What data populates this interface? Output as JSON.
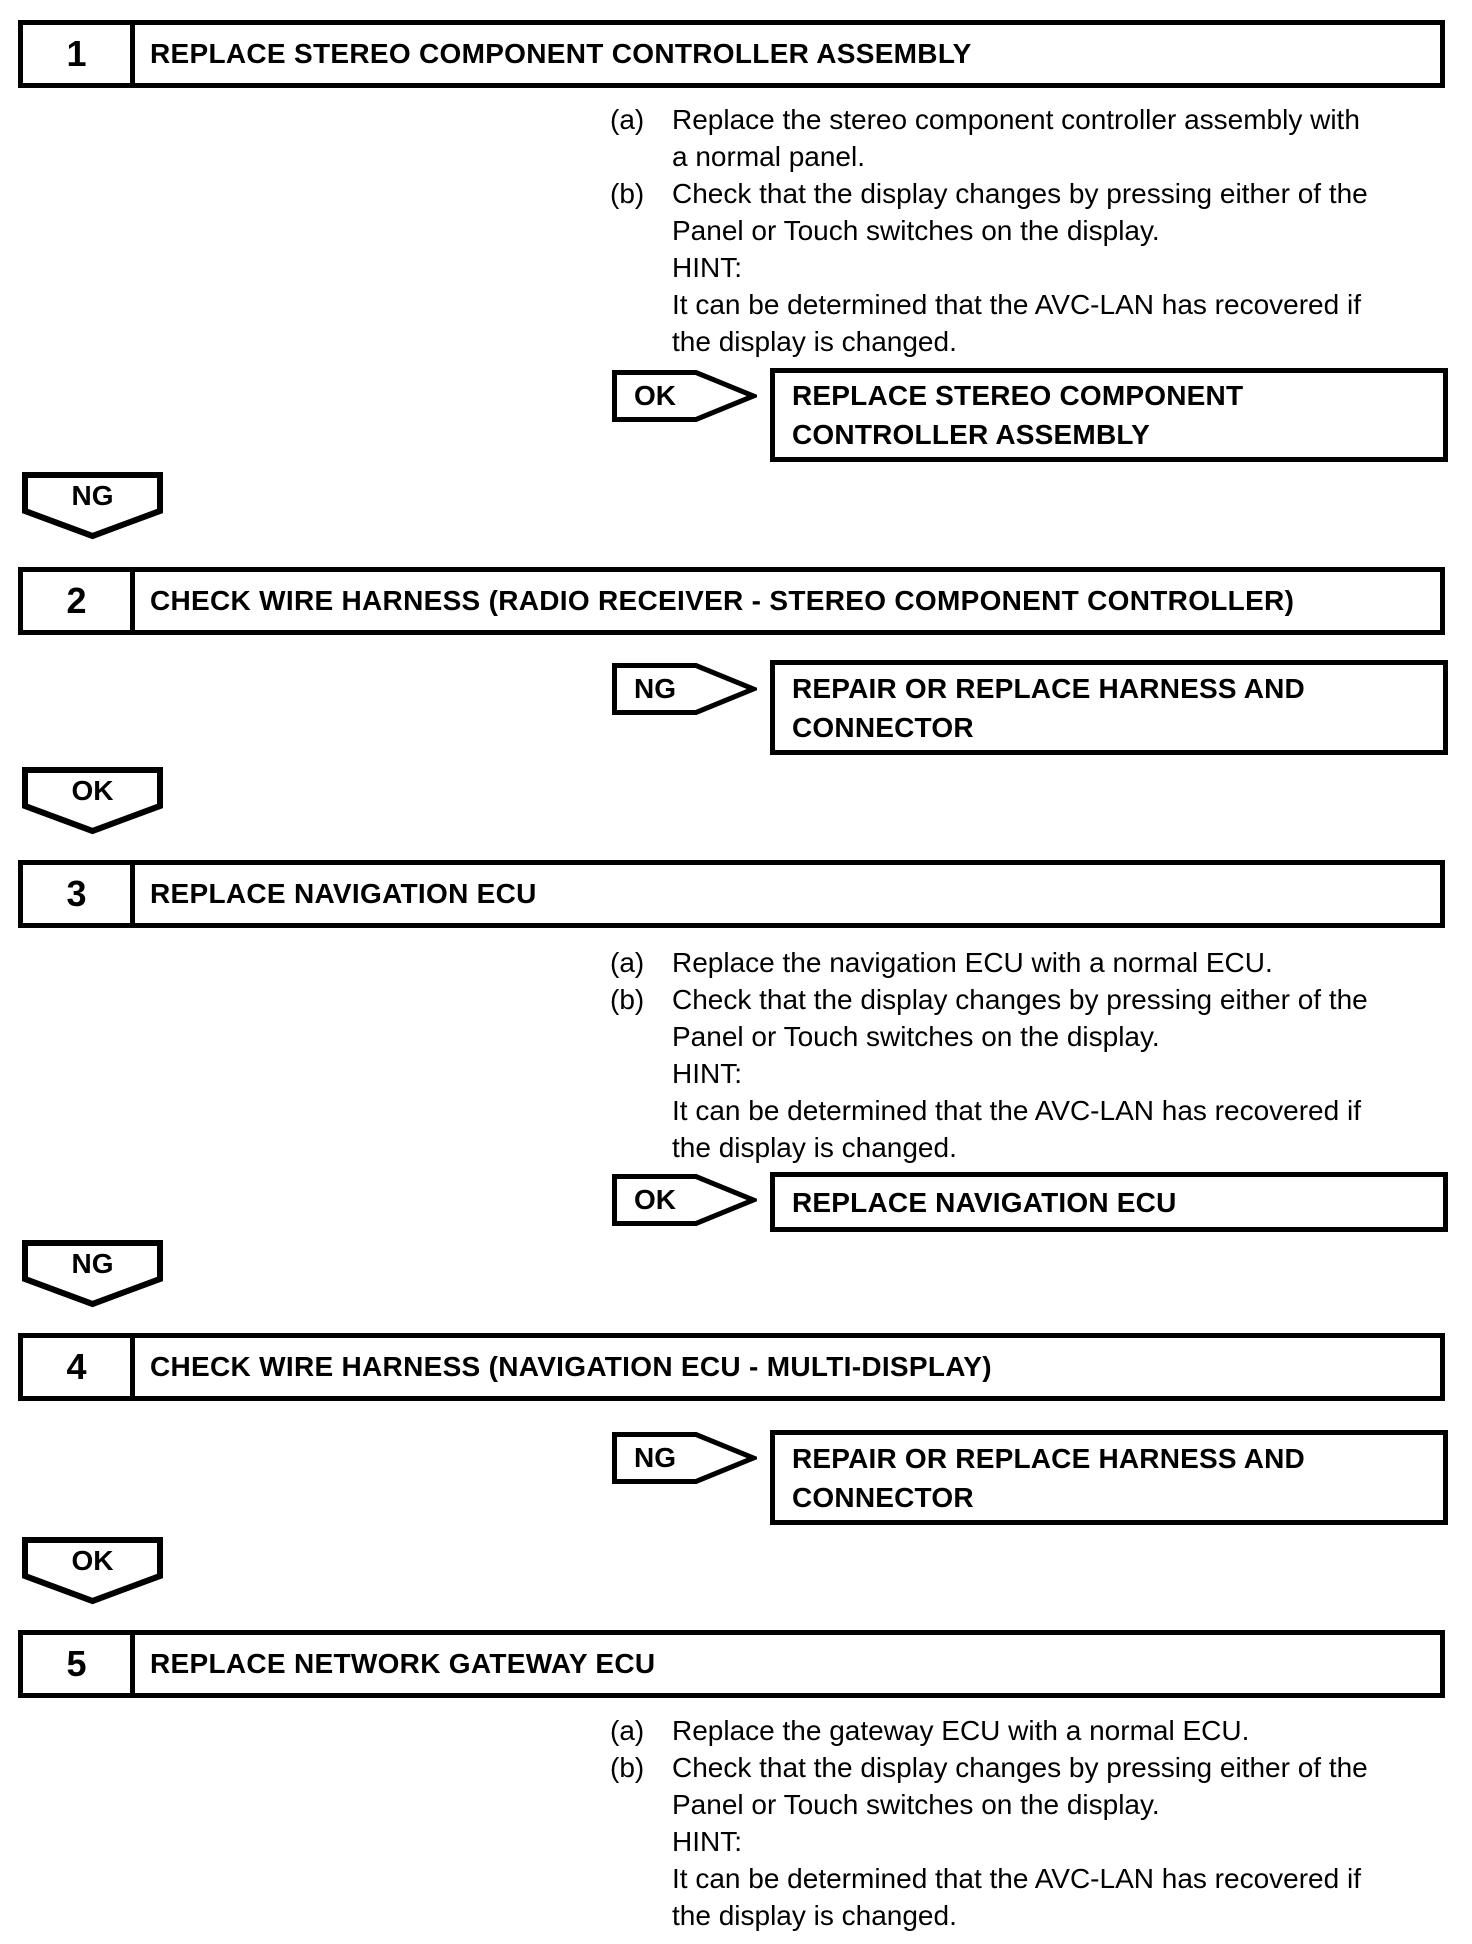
{
  "page": {
    "paper": "#ffffff",
    "ink": "#000000"
  },
  "steps": [
    {
      "number": "1",
      "title": "REPLACE STEREO COMPONENT CONTROLLER ASSEMBLY"
    },
    {
      "number": "2",
      "title": "CHECK WIRE HARNESS (RADIO RECEIVER - STEREO COMPONENT CONTROLLER)"
    },
    {
      "number": "3",
      "title": "REPLACE NAVIGATION ECU"
    },
    {
      "number": "4",
      "title": "CHECK WIRE HARNESS (NAVIGATION ECU - MULTI-DISPLAY)"
    },
    {
      "number": "5",
      "title": "REPLACE NETWORK GATEWAY ECU"
    }
  ],
  "instruction_blocks": [
    {
      "step": "1",
      "lines": [
        {
          "label": "(a)",
          "text": "Replace the stereo component controller assembly with"
        },
        {
          "label": "",
          "text": "a normal panel."
        },
        {
          "label": "(b)",
          "text": "Check that the display changes by pressing either of the"
        },
        {
          "label": "",
          "text": "Panel or Touch switches on the display."
        },
        {
          "label": "",
          "text": "HINT:"
        },
        {
          "label": "",
          "text": "It can be determined that the AVC-LAN has recovered if"
        },
        {
          "label": "",
          "text": "the display is changed."
        }
      ]
    },
    {
      "step": "3",
      "lines": [
        {
          "label": "(a)",
          "text": "Replace the navigation ECU with a normal ECU."
        },
        {
          "label": "(b)",
          "text": "Check that the display changes by pressing either of the"
        },
        {
          "label": "",
          "text": "Panel or Touch switches on the display."
        },
        {
          "label": "",
          "text": "HINT:"
        },
        {
          "label": "",
          "text": "It can be determined that the AVC-LAN has recovered if"
        },
        {
          "label": "",
          "text": "the display is changed."
        }
      ]
    },
    {
      "step": "5",
      "lines": [
        {
          "label": "(a)",
          "text": "Replace the gateway ECU with a normal ECU."
        },
        {
          "label": "(b)",
          "text": "Check that the display changes by pressing either of the"
        },
        {
          "label": "",
          "text": "Panel or Touch switches on the display."
        },
        {
          "label": "",
          "text": "HINT:"
        },
        {
          "label": "",
          "text": "It can be determined that the AVC-LAN has recovered if"
        },
        {
          "label": "",
          "text": "the display is changed."
        }
      ]
    }
  ],
  "branches": [
    {
      "step": "1",
      "label": "OK",
      "result_lines": [
        "REPLACE STEREO COMPONENT",
        "CONTROLLER ASSEMBLY"
      ]
    },
    {
      "step": "2",
      "label": "NG",
      "result_lines": [
        "REPAIR OR REPLACE HARNESS AND",
        "CONNECTOR"
      ]
    },
    {
      "step": "3",
      "label": "OK",
      "result_lines": [
        "REPLACE NAVIGATION ECU"
      ]
    },
    {
      "step": "4",
      "label": "NG",
      "result_lines": [
        "REPAIR OR REPLACE HARNESS AND",
        "CONNECTOR"
      ]
    }
  ],
  "connectors": [
    {
      "after_step": "1",
      "label": "NG"
    },
    {
      "after_step": "2",
      "label": "OK"
    },
    {
      "after_step": "3",
      "label": "NG"
    },
    {
      "after_step": "4",
      "label": "OK"
    }
  ]
}
